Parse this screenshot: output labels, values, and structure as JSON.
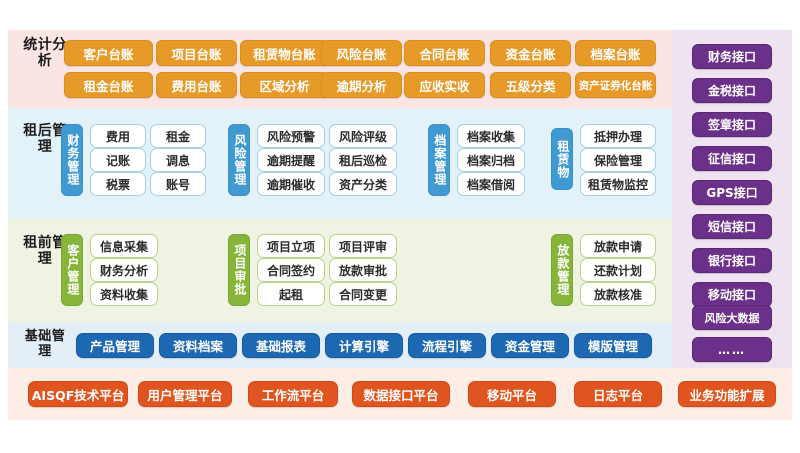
{
  "colors": {
    "orange": "#e89a28",
    "blue": "#3f9ad1",
    "green": "#86b53a",
    "deep_blue": "#1d68b3",
    "purple": "#6b3089",
    "red_orange": "#e0551f",
    "band_stat": "#fbe4e4",
    "band_post": "#e3f1f9",
    "band_pre": "#eff3e4",
    "band_base": "#e3eef7",
    "band_bottom": "#fceee6",
    "band_interface": "#eee4f1"
  },
  "sections": {
    "statistics": {
      "label": "统计分析",
      "row1": [
        "客户台账",
        "项目台账",
        "租赁物台账",
        "风险台账",
        "合同台账",
        "资金台账",
        "档案台账"
      ],
      "row2": [
        "租金台账",
        "费用台账",
        "区域分析",
        "逾期分析",
        "应收实收",
        "五级分类",
        "资产证券化台账"
      ]
    },
    "post_lease": {
      "label": "租后管理",
      "groups": [
        {
          "header": "财务管理",
          "items": [
            "费用",
            "租金",
            "记账",
            "调息",
            "税票",
            "账号"
          ]
        },
        {
          "header": "风险管理",
          "items": [
            "风险预警",
            "风险评级",
            "逾期提醒",
            "租后巡检",
            "逾期催收",
            "资产分类"
          ]
        },
        {
          "header": "档案管理",
          "items": [
            "档案收集",
            "档案归档",
            "档案借阅"
          ]
        },
        {
          "header": "租赁物",
          "items": [
            "抵押办理",
            "保险管理",
            "租赁物监控"
          ]
        }
      ]
    },
    "pre_lease": {
      "label": "租前管理",
      "groups": [
        {
          "header": "客户管理",
          "items": [
            "信息采集",
            "财务分析",
            "资料收集"
          ]
        },
        {
          "header": "项目审批",
          "items": [
            "项目立项",
            "项目评审",
            "合同签约",
            "放款审批",
            "起租",
            "合同变更"
          ]
        },
        {
          "header": "放款管理",
          "items": [
            "放款申请",
            "还款计划",
            "放款核准"
          ]
        }
      ]
    },
    "base": {
      "label": "基础管理",
      "items": [
        "产品管理",
        "资料档案",
        "基础报表",
        "计算引擎",
        "流程引擎",
        "资金管理",
        "模版管理"
      ]
    },
    "interfaces": {
      "items": [
        "财务接口",
        "金税接口",
        "签章接口",
        "征信接口",
        "GPS接口",
        "短信接口",
        "银行接口",
        "移动接口",
        "风险大数据",
        "……"
      ]
    },
    "platforms": {
      "items": [
        "AISQF技术平台",
        "用户管理平台",
        "工作流平台",
        "数据接口平台",
        "移动平台",
        "日志平台",
        "业务功能扩展"
      ]
    }
  }
}
